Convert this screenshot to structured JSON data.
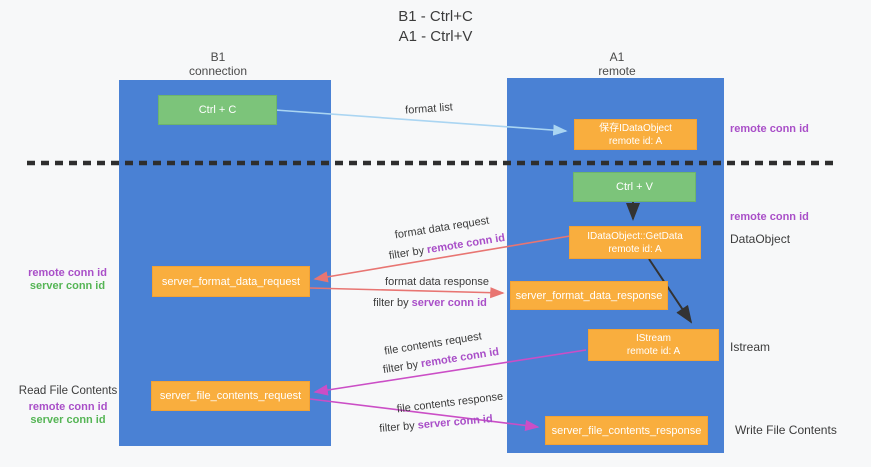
{
  "title": {
    "line1": "B1 - Ctrl+C",
    "line2": "A1 - Ctrl+V"
  },
  "lanes": {
    "left": {
      "name": "B1",
      "subtitle": "connection"
    },
    "right": {
      "name": "A1",
      "subtitle": "remote"
    }
  },
  "nodes": {
    "ctrl_c": {
      "label": "Ctrl + C"
    },
    "ctrl_v": {
      "label": "Ctrl + V"
    },
    "save_dataobject": {
      "line1": "保存IDataObject",
      "line2": "remote id: A"
    },
    "getdata": {
      "line1": "IDataObject::GetData",
      "line2": "remote id: A"
    },
    "istream": {
      "line1": "IStream",
      "line2": "remote id: A"
    },
    "server_format_data_request": {
      "label": "server_format_data_request"
    },
    "server_format_data_response": {
      "label": "server_format_data_response"
    },
    "server_file_contents_request": {
      "label": "server_file_contents_request"
    },
    "server_file_contents_response": {
      "label": "server_file_contents_response"
    }
  },
  "edge_labels": {
    "format_list": "format list",
    "format_data_request": "format data request",
    "format_data_response": "format data response",
    "file_contents_request": "file contents request",
    "file_contents_response": "file contents response",
    "filter_by": "filter by",
    "remote_conn_id": "remote conn id",
    "server_conn_id": "server conn id"
  },
  "annotations": {
    "remote_conn_id": "remote conn id",
    "server_conn_id": "server conn id",
    "dataobject": "DataObject",
    "istream": "Istream",
    "read_file_contents": "Read File Contents",
    "write_file_contents": "Write File Contents"
  },
  "colors": {
    "lane_blue": "#4a81d4",
    "node_green": "#7cc47a",
    "node_orange": "#f9ae3e",
    "arrow_salmon": "#e87572",
    "arrow_magenta": "#cb4ec6",
    "arrow_lightblue": "#aad5f2",
    "arrow_black": "#333333",
    "dashed_line": "#2e2e2e",
    "text_purple": "#a94fc8",
    "text_green": "#55b555",
    "background": "#f7f8f9"
  }
}
